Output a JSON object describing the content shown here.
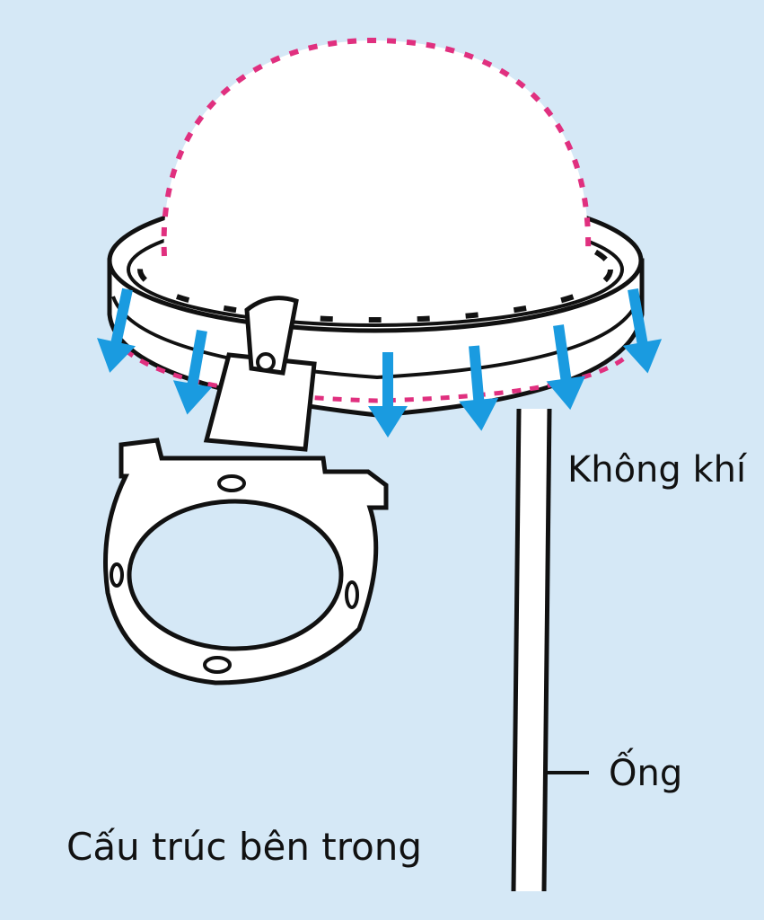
{
  "labels": {
    "air": "Không khí",
    "tube": "Ống",
    "title": "Cấu trúc bên trong"
  },
  "colors": {
    "background": "#d5e8f6",
    "arrow": "#1a9be0",
    "dashed_outline": "#e0307f",
    "line": "#111111"
  },
  "icons": [
    "dome",
    "cap-ring",
    "handle-ring",
    "air-flow-arrow",
    "tube"
  ]
}
